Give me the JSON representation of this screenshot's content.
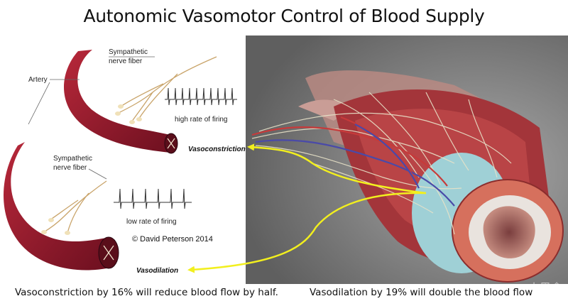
{
  "title": "Autonomic Vasomotor Control of Blood Supply",
  "labels": {
    "artery": "Artery",
    "sympathetic_top_1": "Sympathetic",
    "sympathetic_top_2": "nerve fiber",
    "high_rate": "high rate of firing",
    "vasoconstriction": "Vasoconstriction",
    "sympathetic_bottom_1": "Sympathetic",
    "sympathetic_bottom_2": "nerve fiber",
    "low_rate": "low rate of firing",
    "copyright": "© David Peterson 2014",
    "vasodilation": "Vasodilation"
  },
  "caption": {
    "left": "Vasoconstriction by 16% will reduce blood flow by half.",
    "right": "Vasodilation by 19% will double the blood flow"
  },
  "watermark": "小黑盒",
  "colors": {
    "artery": "#8e1b2a",
    "nerve": "#c9a46a",
    "arrow": "#f2ef1e",
    "panel_bg": "#8c8c8c"
  }
}
